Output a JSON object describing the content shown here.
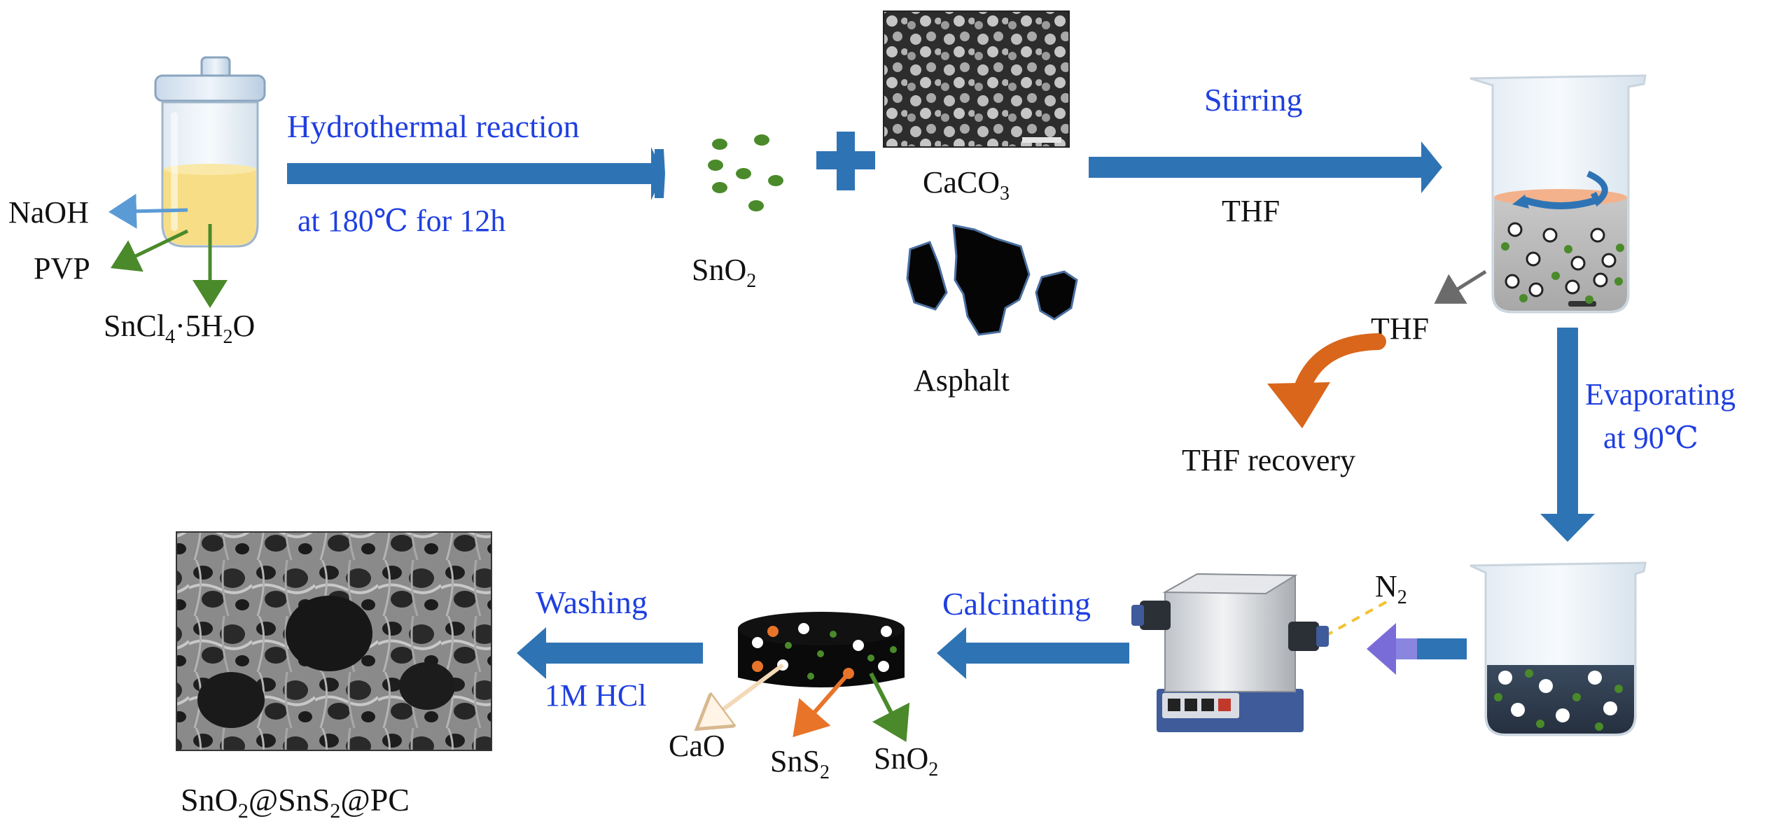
{
  "labels": {
    "naoh": "NaOH",
    "pvp": "PVP",
    "sncl4_a": "SnCl",
    "sncl4_sub": "4",
    "sncl4_b": "·5H",
    "sncl4_sub2": "2",
    "sncl4_c": "O",
    "hydro_1": "Hydrothermal reaction",
    "hydro_2": "at 180℃ for 12h",
    "sno2_a": "SnO",
    "sno2_sub": "2",
    "caco3_a": "CaCO",
    "caco3_sub": "3",
    "asphalt": "Asphalt",
    "stirring": "Stirring",
    "thf_top": "THF",
    "thf_side": "THF",
    "thf_recovery": "THF recovery",
    "evap_1": "Evaporating",
    "evap_2": "at 90℃",
    "n2_a": "N",
    "n2_sub": "2",
    "calcinating": "Calcinating",
    "washing": "Washing",
    "hcl": "1M HCl",
    "cao": "CaO",
    "sns2_a": "SnS",
    "sns2_sub": "2",
    "sno2b_a": "SnO",
    "sno2b_sub": "2",
    "product_a": "SnO",
    "product_sub1": "2",
    "product_b": "@SnS",
    "product_sub2": "2",
    "product_c": "@PC"
  },
  "colors": {
    "arrow_blue": "#2e74b5",
    "process_text_blue": "#1f3fe0",
    "particle_green": "#4a8a2a",
    "sns2_orange": "#e8742a",
    "naoh_arrow": "#5b9bd5",
    "recovery_orange": "#d9661a",
    "solution_yellow": "#f7dd86"
  }
}
